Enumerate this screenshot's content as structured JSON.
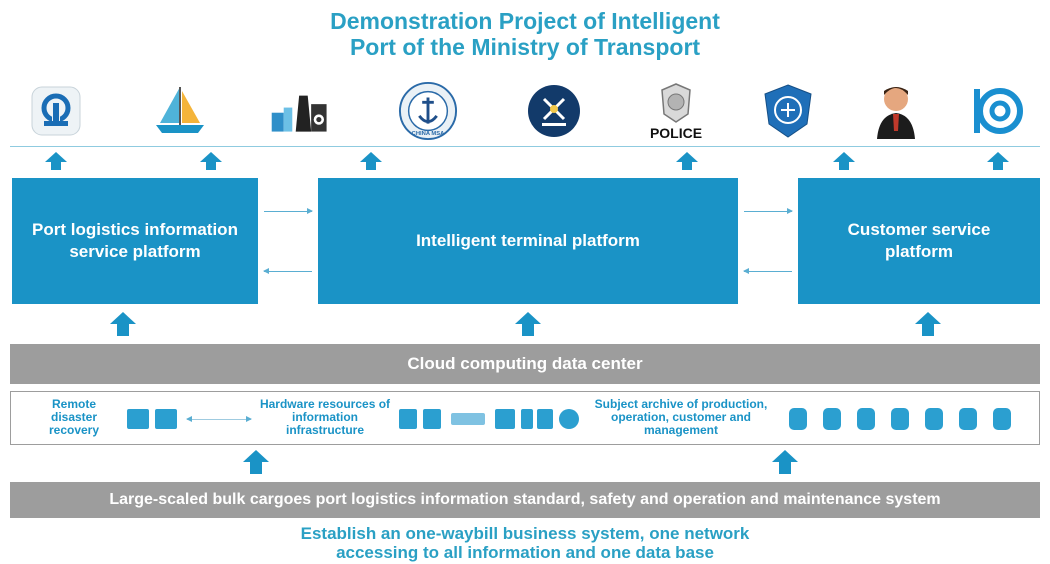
{
  "title": {
    "line1": "Demonstration Project of Intelligent",
    "line2": "Port of the Ministry of Transport"
  },
  "top_icons": [
    {
      "name": "railway-logo-icon"
    },
    {
      "name": "sailboat-icon"
    },
    {
      "name": "factory-icon"
    },
    {
      "name": "china-msa-emblem-icon",
      "text": "CHINA MSA"
    },
    {
      "name": "customs-emblem-icon"
    },
    {
      "name": "police-emblem-icon",
      "text": "POLICE"
    },
    {
      "name": "inspection-emblem-icon"
    },
    {
      "name": "person-icon"
    },
    {
      "name": "port-logo-icon"
    }
  ],
  "platforms": {
    "left": "Port logistics information service platform",
    "center": "Intelligent terminal platform",
    "right": "Customer service platform"
  },
  "cloud_label": "Cloud computing data center",
  "infrastructure": {
    "remote": "Remote disaster recovery",
    "hardware": "Hardware resources of information infrastructure",
    "archive": "Subject archive of production, operation, customer and management"
  },
  "bottom_bar": "Large-scaled bulk cargoes port logistics information standard, safety and operation and maintenance system",
  "footer": {
    "line1": "Establish an one-waybill business system, one network",
    "line2": "accessing to all information and one data base"
  },
  "colors": {
    "accent": "#1a93c6",
    "title": "#2aa0c4",
    "gray_bar": "#9d9d9d"
  }
}
